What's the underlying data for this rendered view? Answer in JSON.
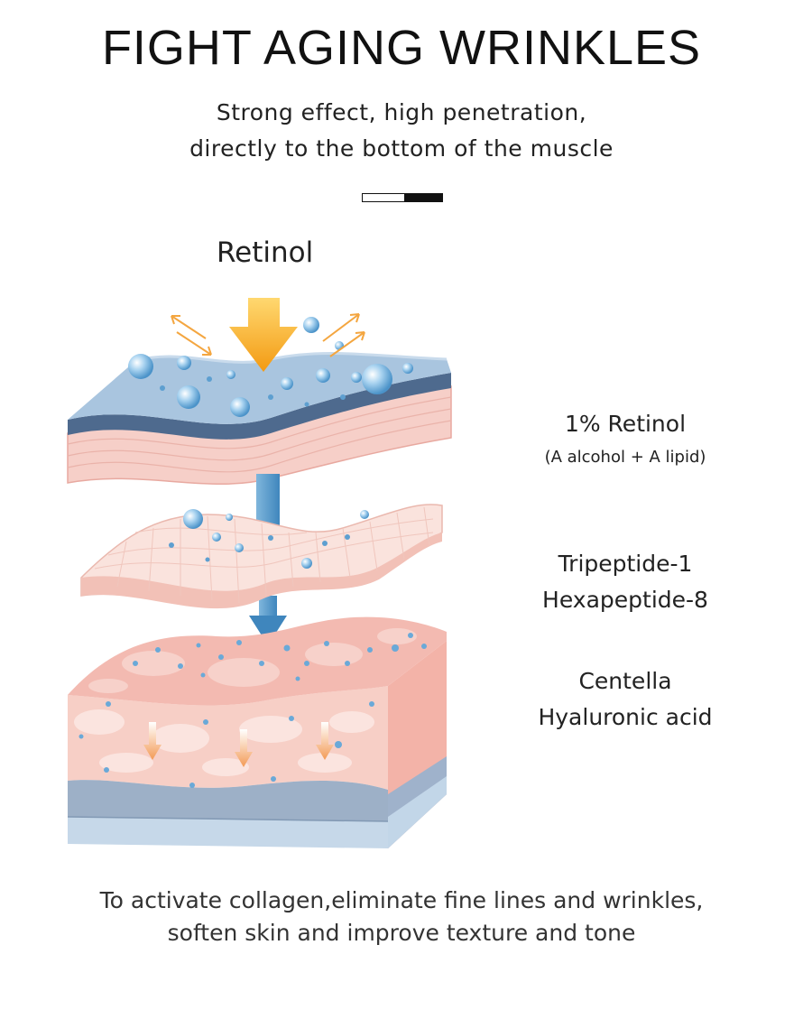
{
  "header": {
    "title": "FIGHT AGING WRINKLES",
    "subtitle_line1": "Strong effect, high penetration,",
    "subtitle_line2": "directly to the bottom of the muscle"
  },
  "diagram": {
    "top_label": "Retinol",
    "layers": [
      {
        "line1": "1% Retinol",
        "line2": "(A alcohol + A lipid)"
      },
      {
        "line1": "Tripeptide-1",
        "line2": "Hexapeptide-8"
      },
      {
        "line1": "Centella",
        "line2": "Hyaluronic acid"
      }
    ],
    "colors": {
      "arrow_orange": "#f6a623",
      "arrow_blue": "#5a9ccb",
      "epidermis_blue": "#8fb0cf",
      "skin_pink": "#f3c4bc",
      "deep_blue": "#9db0c7"
    }
  },
  "footer": {
    "line1": "To activate collagen,eliminate fine lines and wrinkles,",
    "line2": "soften skin and improve texture and tone"
  }
}
